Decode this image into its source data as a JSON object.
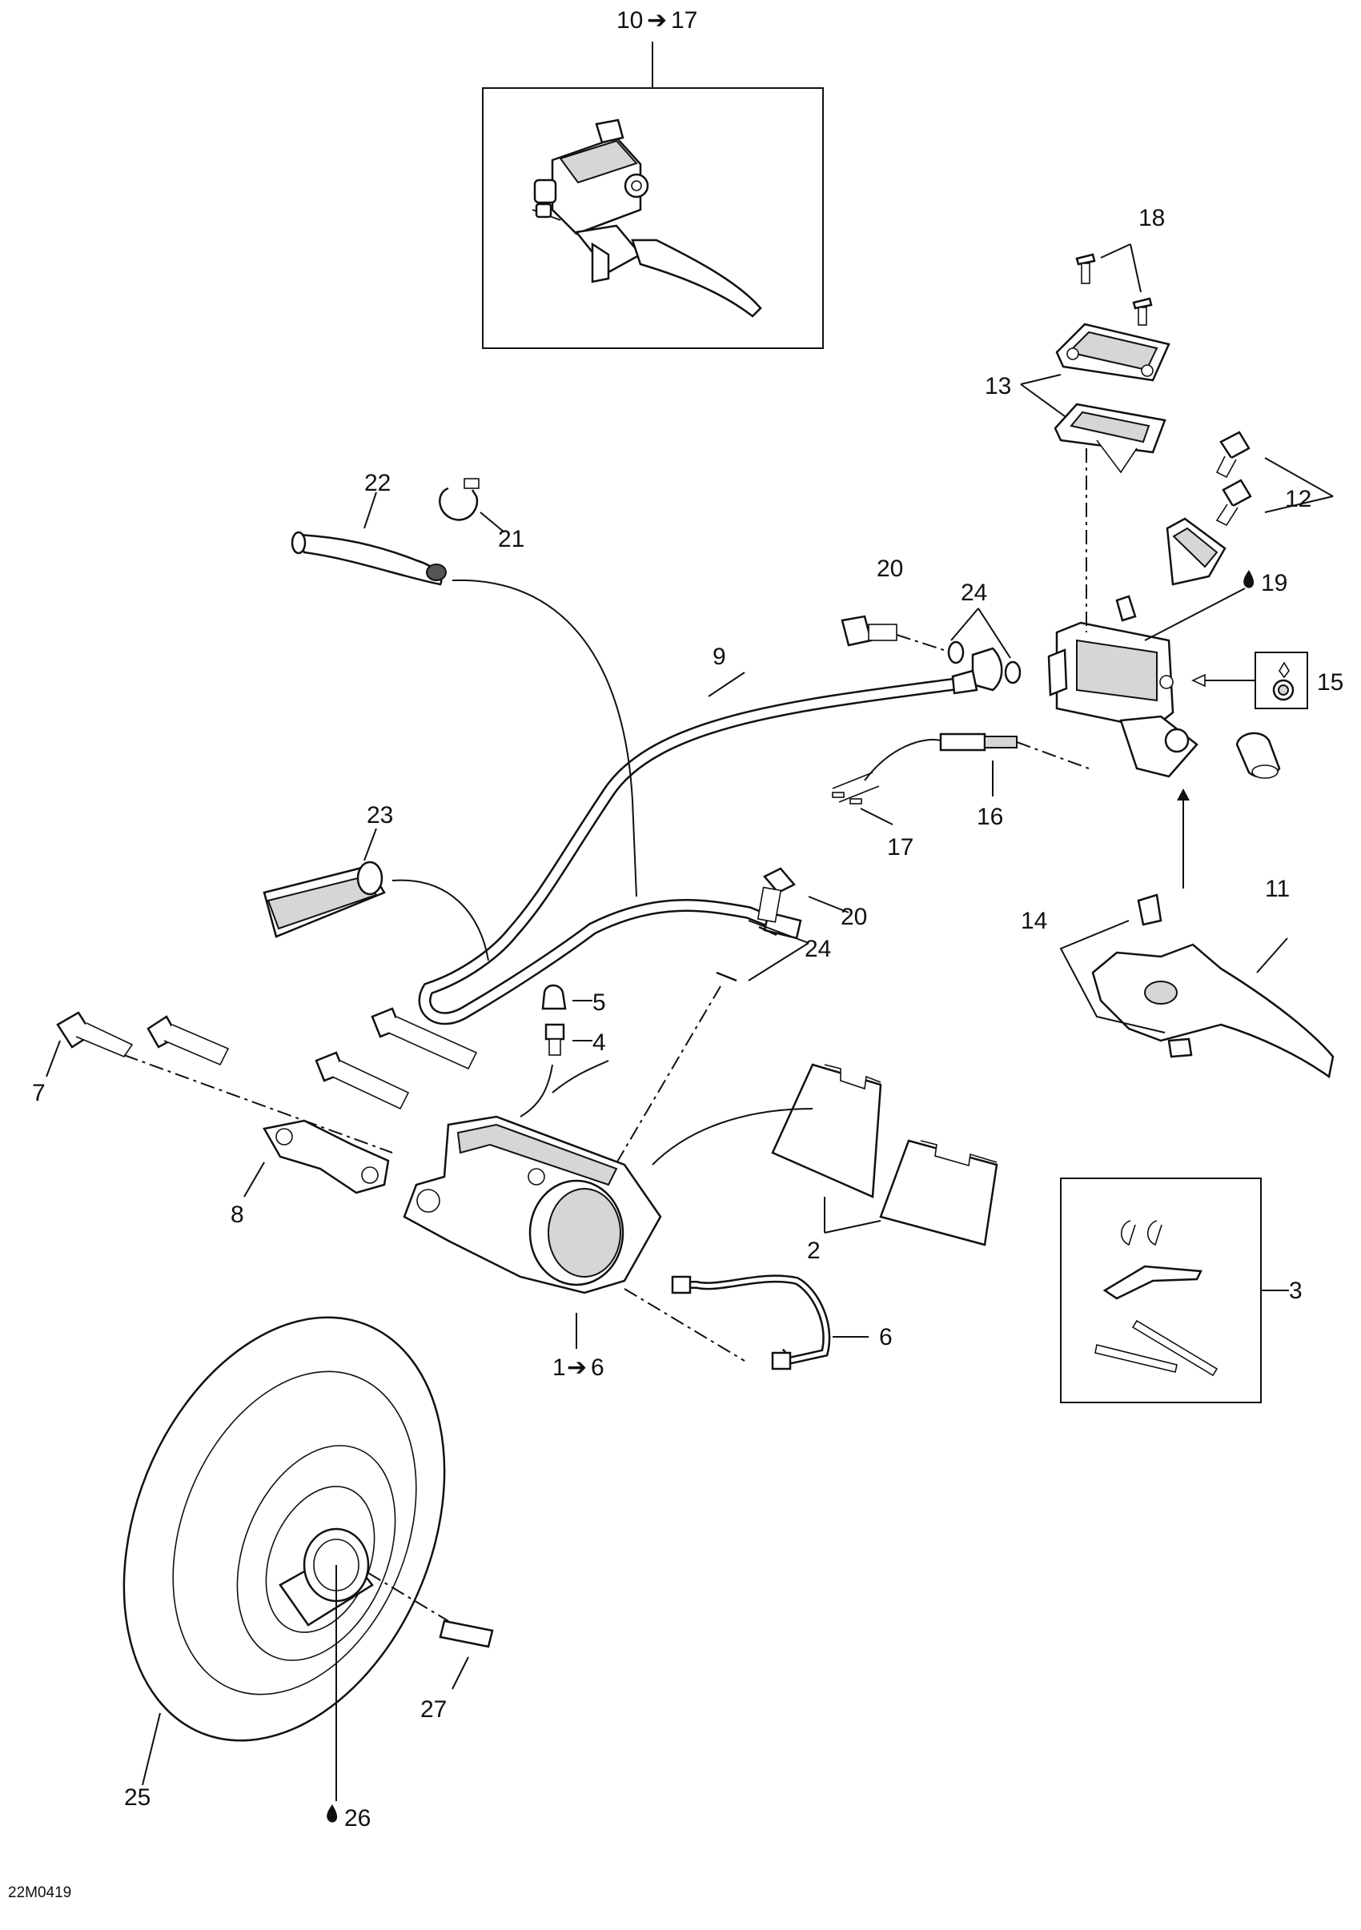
{
  "drawing_ref": "22M0419",
  "callouts": {
    "c1": "1",
    "c2": "2",
    "c3": "3",
    "c4": "4",
    "c5": "5",
    "c6": "6",
    "c6b": "6",
    "c7": "7",
    "c8": "8",
    "c9": "9",
    "c10": "10",
    "c11": "11",
    "c12": "12",
    "c13": "13",
    "c14": "14",
    "c15": "15",
    "c16": "16",
    "c17": "17",
    "c17b": "17",
    "c18": "18",
    "c19": "19",
    "c20a": "20",
    "c20b": "20",
    "c21": "21",
    "c22": "22",
    "c23": "23",
    "c24a": "24",
    "c24b": "24",
    "c25": "25",
    "c26": "26",
    "c27": "27"
  },
  "symbols": {
    "range_arrow": "➔",
    "lubricant_drop": "drop-icon"
  }
}
